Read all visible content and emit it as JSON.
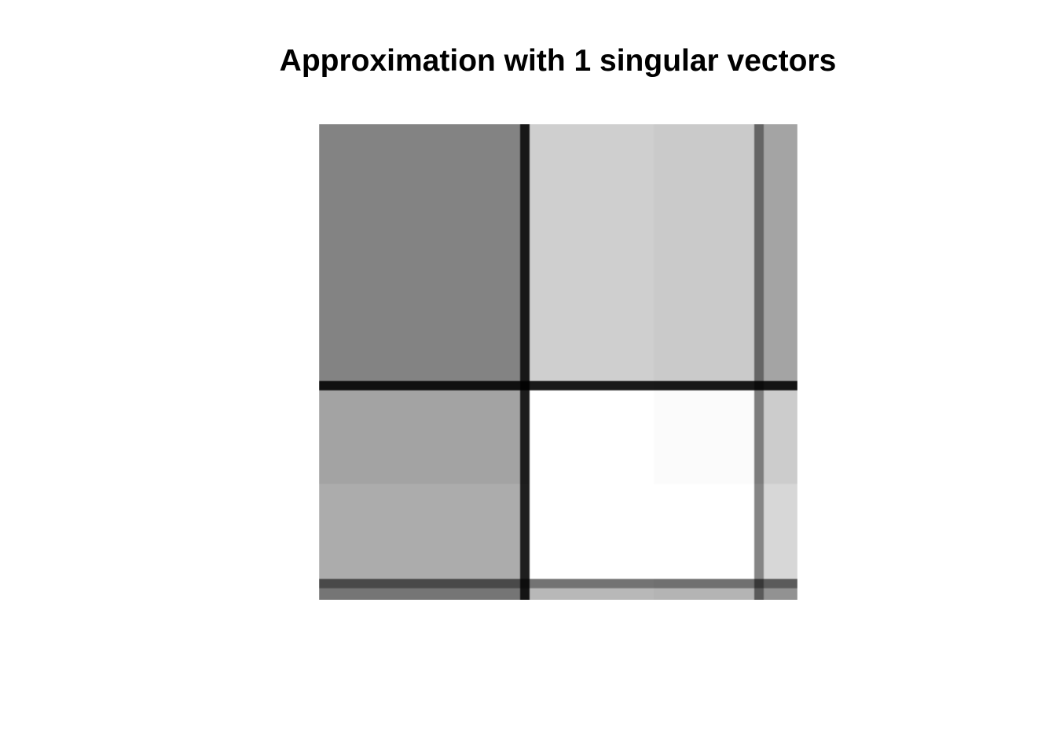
{
  "chart_data": {
    "type": "heatmap",
    "title": "Approximation with 1 singular vectors",
    "colormap": "gray",
    "axis": "off",
    "column_bands": [
      {
        "from": 0,
        "to": 0.42,
        "weight": 0.52
      },
      {
        "from": 0.42,
        "to": 0.44,
        "weight": 0.09
      },
      {
        "from": 0.44,
        "to": 0.7,
        "weight": 0.82
      },
      {
        "from": 0.7,
        "to": 0.91,
        "weight": 0.8
      },
      {
        "from": 0.91,
        "to": 0.93,
        "weight": 0.4
      },
      {
        "from": 0.93,
        "to": 1.0,
        "weight": 0.65
      }
    ],
    "row_bands": [
      {
        "from": 0,
        "to": 0.54,
        "weight": 0.99
      },
      {
        "from": 0.54,
        "to": 0.56,
        "weight": 0.12
      },
      {
        "from": 0.56,
        "to": 0.755,
        "weight": 1.23
      },
      {
        "from": 0.755,
        "to": 0.955,
        "weight": 1.3
      },
      {
        "from": 0.955,
        "to": 0.975,
        "weight": 0.55
      },
      {
        "from": 0.975,
        "to": 1.0,
        "weight": 0.88
      }
    ]
  }
}
